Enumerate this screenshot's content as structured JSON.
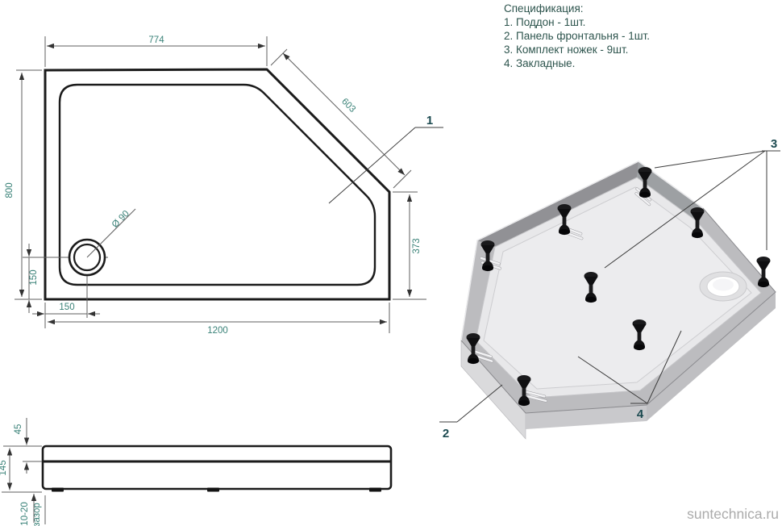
{
  "spec": {
    "title": "Спецификация:",
    "items": [
      "1. Поддон - 1шт.",
      "2. Панель фронтальня - 1шт.",
      "3. Комплект ножек - 9шт.",
      "4. Закладные."
    ]
  },
  "plan_view": {
    "part_label": "1",
    "dim_top": "774",
    "dim_diagonal": "603",
    "dim_left": "800",
    "dim_right": "373",
    "dim_bottom": "1200",
    "dim_drain_offset_left": "150",
    "dim_drain_offset_bottom": "150",
    "dim_drain_diameter": "Ø 90"
  },
  "side_view": {
    "dim_rim_height": "45",
    "dim_total_height": "145",
    "dim_floor_gap": "10-20",
    "gap_label": "зазор"
  },
  "iso_view": {
    "label_panel": "2",
    "label_legs": "3",
    "label_plates": "4"
  },
  "watermark": "suntechnica.ru",
  "colors": {
    "dimension_text": "#3a8278",
    "part_label": "#1c4a50",
    "spec_text": "#2d544d",
    "drawing_line": "#1b1b1b",
    "watermark": "#ababab"
  }
}
